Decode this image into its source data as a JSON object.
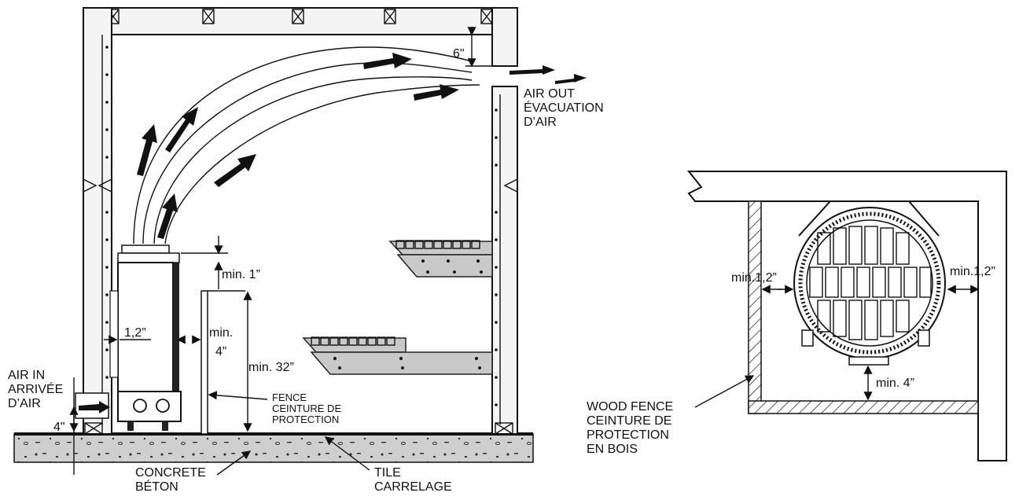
{
  "side_view": {
    "air_out": "AIR OUT",
    "air_out_fr_1": "ÉVACUATION",
    "air_out_fr_2": "D’AIR",
    "air_in": "AIR IN",
    "air_in_fr_1": "ARRIVÉE",
    "air_in_fr_2": "D’AIR",
    "dim_top": "6\"",
    "dim_min_1": "min. 1”",
    "dim_1_2": "1,2”",
    "dim_min_4_a": "min.",
    "dim_min_4_b": "4”",
    "dim_min_32": "min. 32”",
    "dim_4": "4\"",
    "fence_1": "FENCE",
    "fence_2": "CEINTURE DE",
    "fence_3": "PROTECTION",
    "concrete_1": "CONCRETE",
    "concrete_2": "BÉTON",
    "tile_1": "TILE",
    "tile_2": "CARRELAGE"
  },
  "top_view": {
    "min_left": "min.1,2”",
    "min_right": "min.1,2”",
    "min_bottom": "min. 4”",
    "wood_fence_1": "WOOD FENCE",
    "wood_fence_2": "CEINTURE DE",
    "wood_fence_3": "PROTECTION",
    "wood_fence_4": "EN BOIS"
  }
}
